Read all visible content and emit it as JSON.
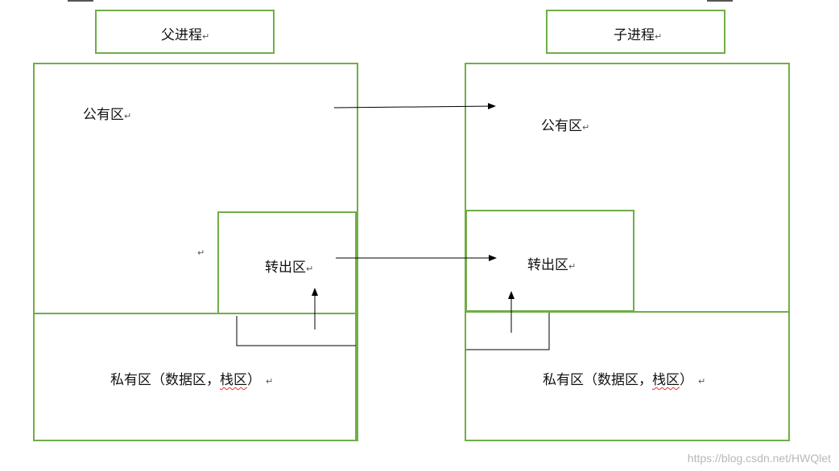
{
  "parent": {
    "title": "父进程",
    "public_label": "公有区",
    "transfer_label": "转出区",
    "private_prefix": "私有区（数据区，",
    "private_wavy": "栈区",
    "private_suffix": "）"
  },
  "child": {
    "title": "子进程",
    "public_label": "公有区",
    "transfer_label": "转出区",
    "private_prefix": "私有区（数据区，",
    "private_wavy": "栈区",
    "private_suffix": "）"
  },
  "para_mark": "↵",
  "watermark": "https://blog.csdn.net/HWQlet",
  "colors": {
    "box_border": "#70ad47",
    "arrow": "#000000",
    "spell_underline": "#e03030"
  }
}
